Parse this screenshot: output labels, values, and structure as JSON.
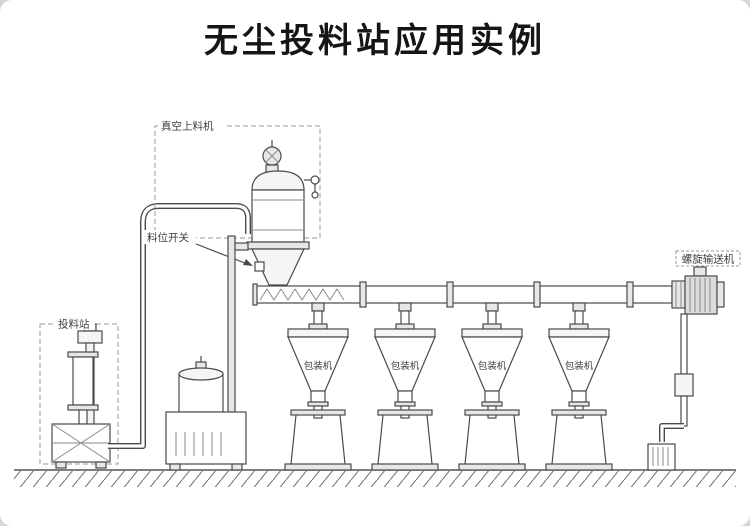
{
  "title": "无尘投料站应用实例",
  "colors": {
    "line": "#4a4a4a",
    "background": "#ffffff",
    "page_mat": "#d6d6d6",
    "label_text": "#3d3d3d"
  },
  "diagram": {
    "labels": {
      "vacuum_feeder": "真空上料机",
      "level_switch": "料位开关",
      "feed_station": "投料站",
      "screw_conveyor": "螺旋输送机"
    },
    "packers": [
      {
        "label": "包装机"
      },
      {
        "label": "包装机"
      },
      {
        "label": "包装机"
      },
      {
        "label": "包装机"
      }
    ]
  }
}
